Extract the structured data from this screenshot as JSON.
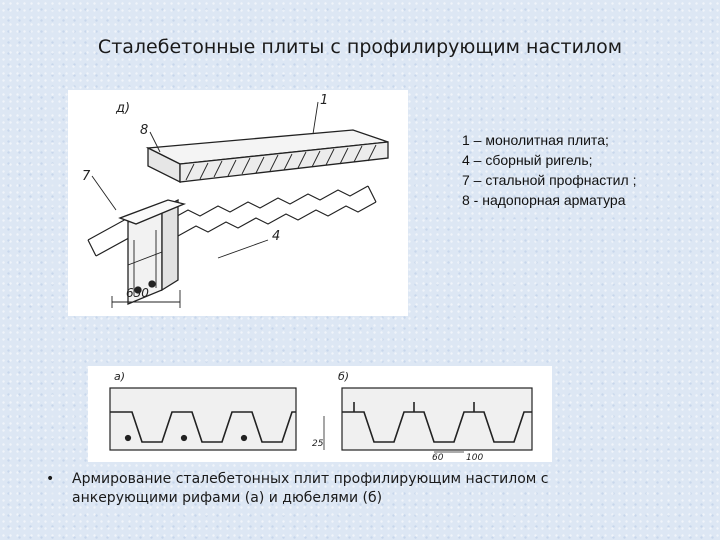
{
  "title": "Сталебетонные плиты с профилирующим настилом",
  "figure_top": {
    "label_d": "д)",
    "label_1": "1",
    "label_4": "4",
    "label_7": "7",
    "label_8": "8",
    "dimension": "650"
  },
  "legend": {
    "items": [
      "1 – монолитная плита;",
      "4 – сборный ригель;",
      "7 – стальной профнастил ;",
      "8 - надопорная арматура"
    ]
  },
  "figure_bottom": {
    "label_a": "а)",
    "label_b": "б)",
    "dim_25": "25",
    "dim_60": "60",
    "dim_100": "100"
  },
  "bullet": {
    "symbol": "•",
    "text_line1": "Армирование сталебетонных плит профилирующим настилом с",
    "text_line2": "анкерующими рифами (а) и дюбелями (б)"
  }
}
